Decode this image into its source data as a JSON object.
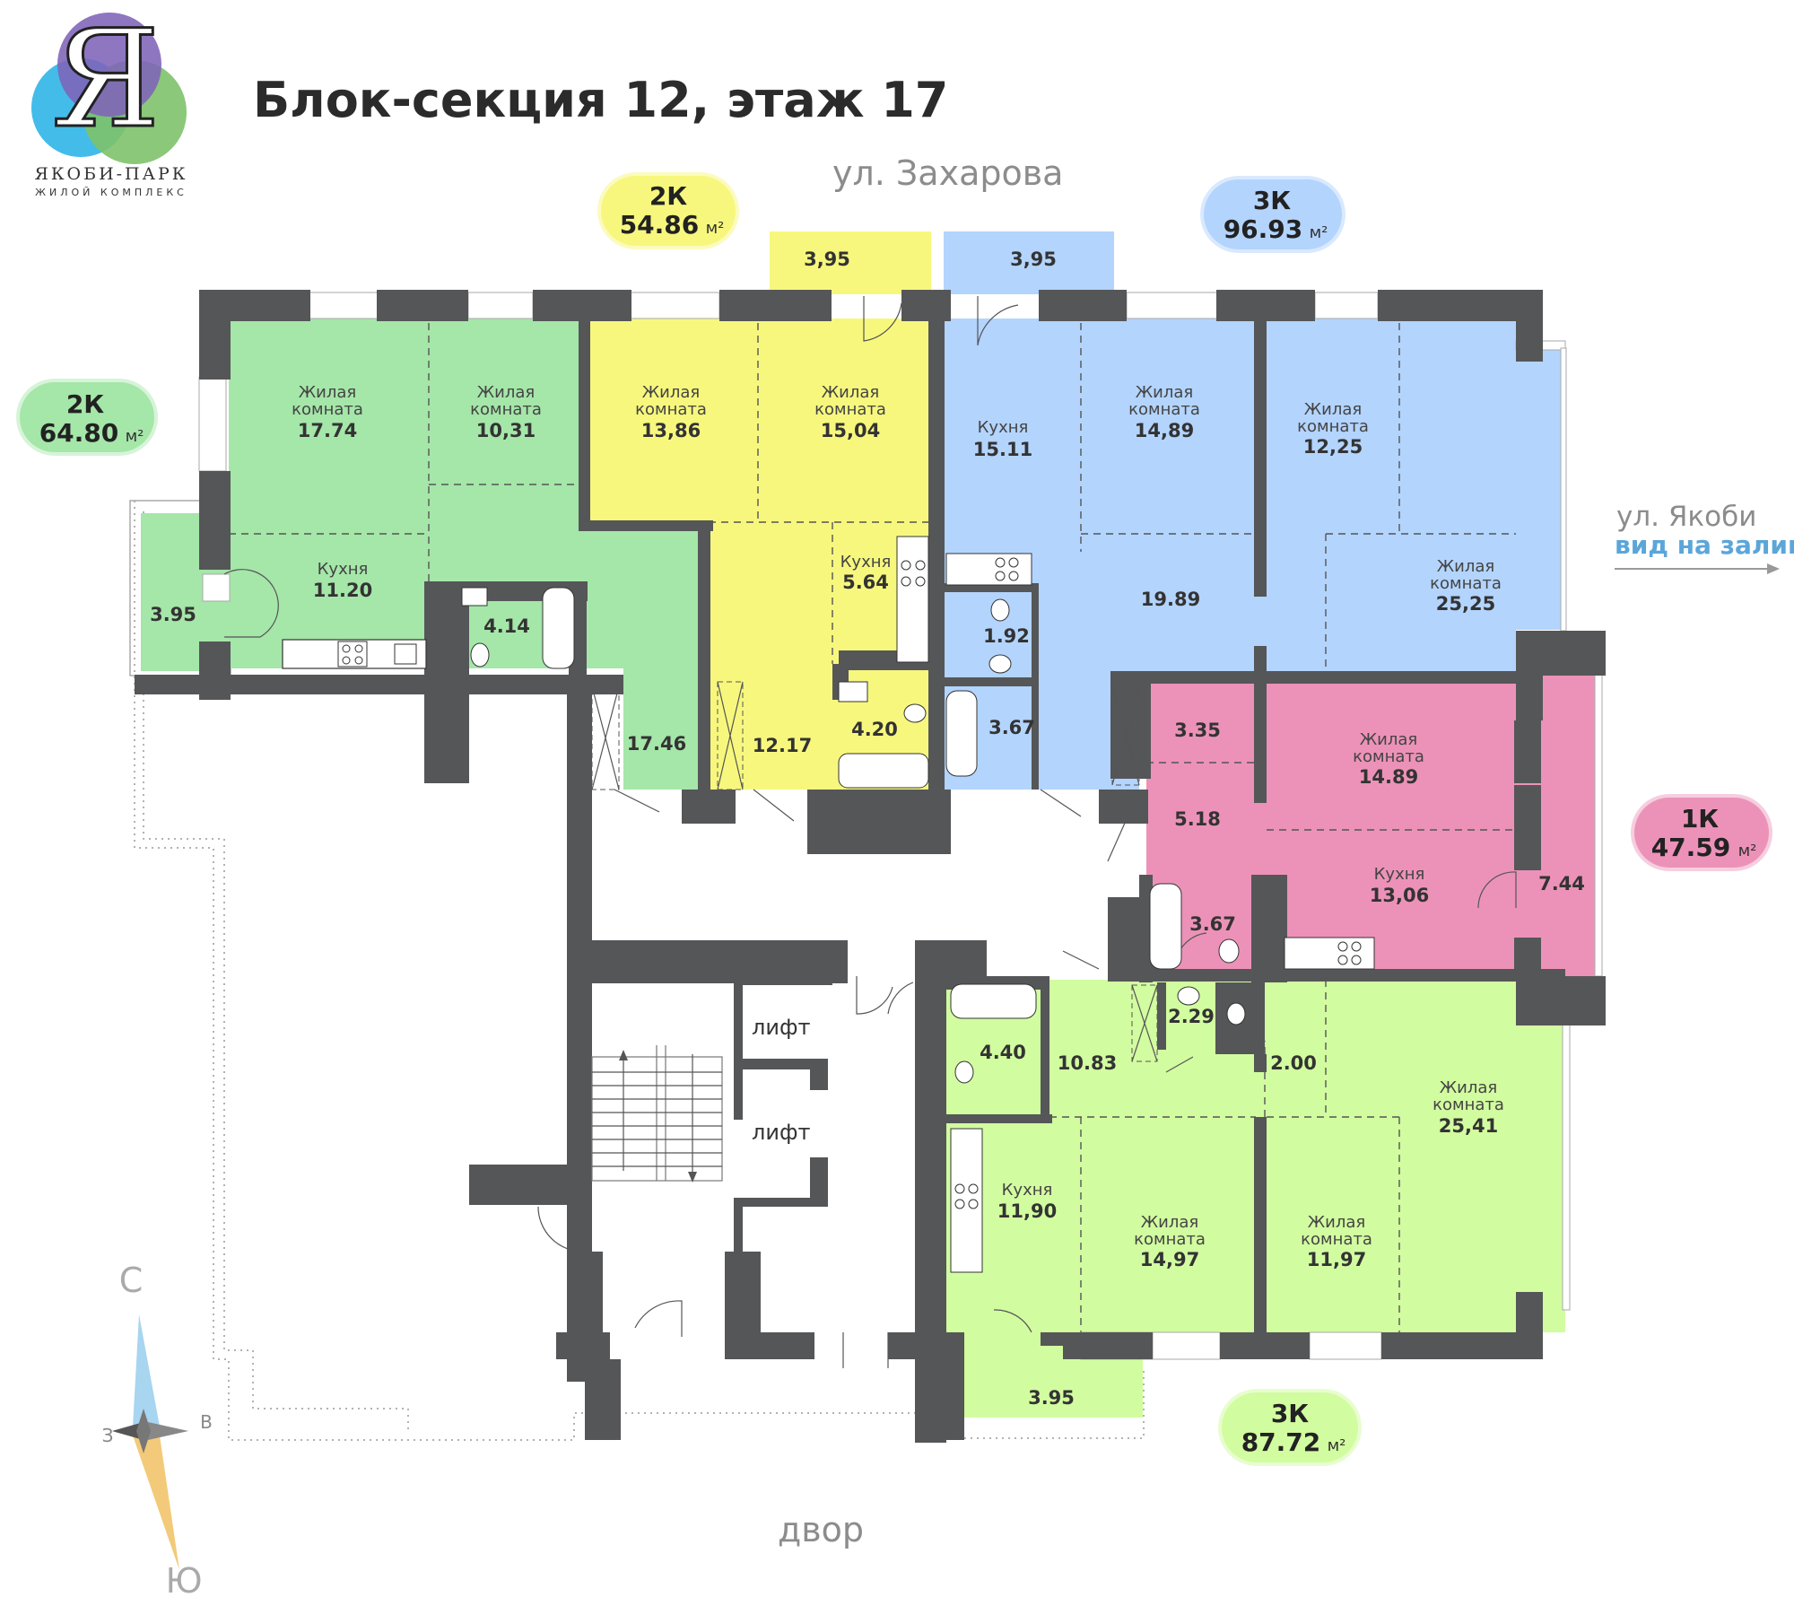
{
  "header": {
    "title": "Блок-секция 12, этаж 17",
    "logo": {
      "name": "ЯКОБИ-ПАРК",
      "subtitle": "ЖИЛОЙ КОМПЛЕКС",
      "letter": "Я"
    }
  },
  "streets": {
    "north": "ул. Захарова",
    "east": "ул. Якоби",
    "east_view": "вид на залив",
    "south": "двор"
  },
  "compass": {
    "north": "С",
    "south": "Ю",
    "west": "З",
    "east": "В"
  },
  "colors": {
    "green": "#a5e6a9",
    "yellow": "#f7f77e",
    "blue": "#b3d4fd",
    "pink": "#ec92b8",
    "lightgreen": "#d2fca0",
    "wall": "#555658",
    "street_grey": "#8c8c8c",
    "view_blue": "#5ba6d9"
  },
  "common": {
    "lift_1": "лифт",
    "lift_2": "лифт"
  },
  "apartments": [
    {
      "id": "green",
      "badge": {
        "type": "2К",
        "area": "64.80",
        "unit": "м²"
      },
      "rooms": [
        {
          "name_1": "Жилая",
          "name_2": "комната",
          "area": "17.74"
        },
        {
          "name_1": "Жилая",
          "name_2": "комната",
          "area": "10,31"
        },
        {
          "name_1": "Кухня",
          "area": "11.20"
        },
        {
          "area": "4.14"
        },
        {
          "area": "3.95"
        },
        {
          "area": "17.46"
        }
      ]
    },
    {
      "id": "yellow",
      "badge": {
        "type": "2К",
        "area": "54.86",
        "unit": "м²"
      },
      "rooms": [
        {
          "area": "3,95"
        },
        {
          "name_1": "Жилая",
          "name_2": "комната",
          "area": "13,86"
        },
        {
          "name_1": "Жилая",
          "name_2": "комната",
          "area": "15,04"
        },
        {
          "name_1": "Кухня",
          "area": "5.64"
        },
        {
          "area": "4.20"
        },
        {
          "area": "12.17"
        }
      ]
    },
    {
      "id": "blue",
      "badge": {
        "type": "3К",
        "area": "96.93",
        "unit": "м²"
      },
      "rooms": [
        {
          "area": "3,95"
        },
        {
          "name_1": "Кухня",
          "area": "15.11"
        },
        {
          "name_1": "Жилая",
          "name_2": "комната",
          "area": "14,89"
        },
        {
          "name_1": "Жилая",
          "name_2": "комната",
          "area": "12,25"
        },
        {
          "area": "19.89"
        },
        {
          "name_1": "Жилая",
          "name_2": "комната",
          "area": "25,25"
        },
        {
          "area": "1.92"
        },
        {
          "area": "3.67"
        }
      ]
    },
    {
      "id": "pink",
      "badge": {
        "type": "1К",
        "area": "47.59",
        "unit": "м²"
      },
      "rooms": [
        {
          "area": "3.35"
        },
        {
          "area": "5.18"
        },
        {
          "name_1": "Жилая",
          "name_2": "комната",
          "area": "14.89"
        },
        {
          "name_1": "Кухня",
          "area": "13,06"
        },
        {
          "area": "3.67"
        },
        {
          "area": "7.44"
        }
      ]
    },
    {
      "id": "lightgreen",
      "badge": {
        "type": "3К",
        "area": "87.72",
        "unit": "м²"
      },
      "rooms": [
        {
          "area": "4.40"
        },
        {
          "area": "10.83"
        },
        {
          "area": "2.29"
        },
        {
          "area": "2.00"
        },
        {
          "name_1": "Жилая",
          "name_2": "комната",
          "area": "25,41"
        },
        {
          "name_1": "Кухня",
          "area": "11,90"
        },
        {
          "name_1": "Жилая",
          "name_2": "комната",
          "area": "14,97"
        },
        {
          "name_1": "Жилая",
          "name_2": "комната",
          "area": "11,97"
        },
        {
          "area": "3.95"
        }
      ]
    }
  ]
}
